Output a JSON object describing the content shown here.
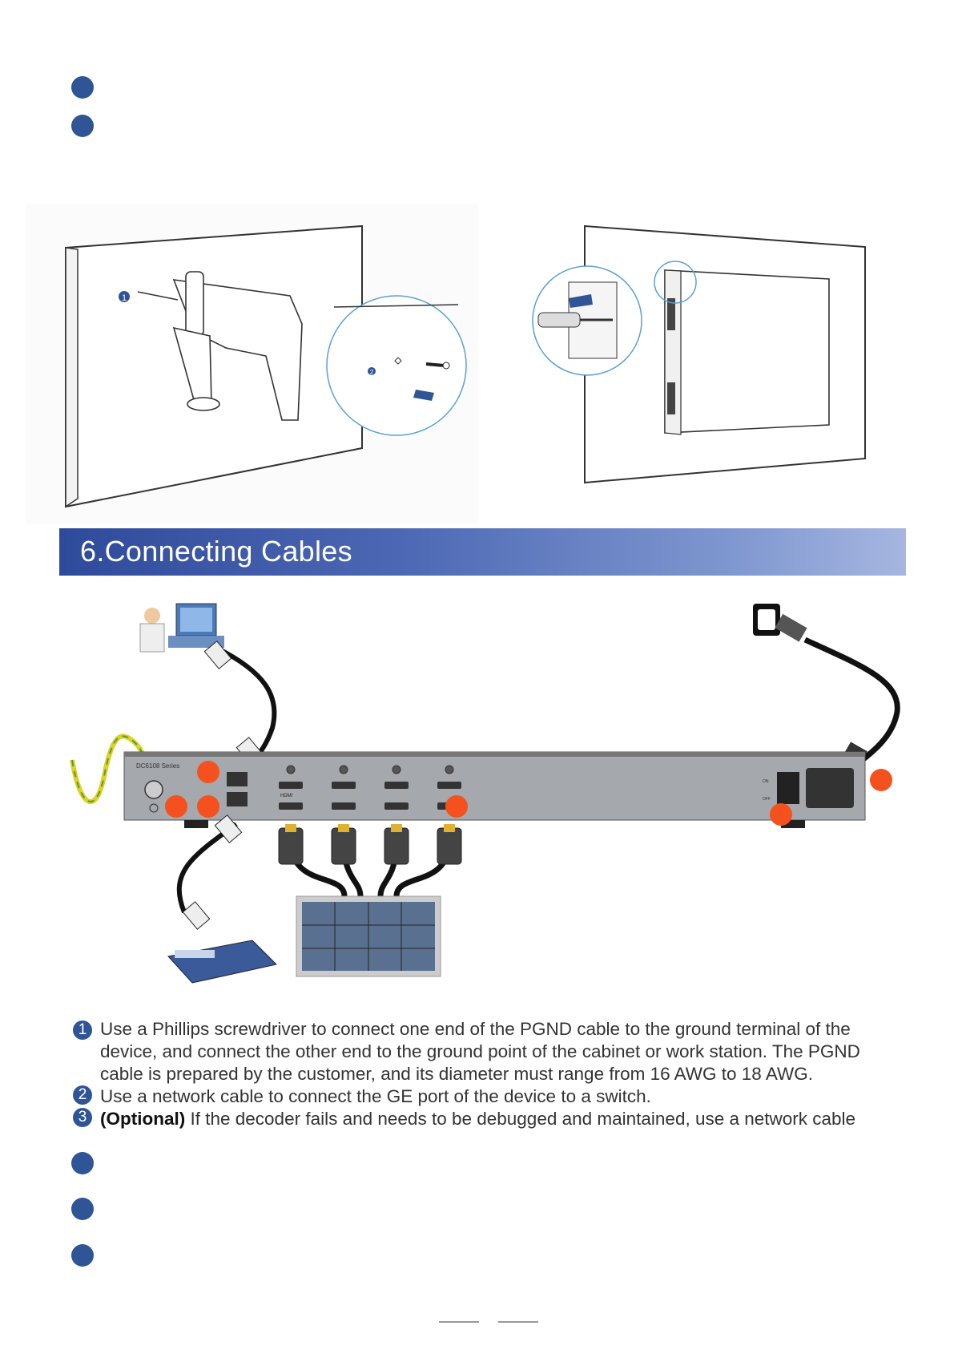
{
  "section": {
    "title": "6.Connecting Cables"
  },
  "figure": {
    "step_marker_1": "1",
    "step_marker_2": "2"
  },
  "device": {
    "model_label": "DC6108 Series",
    "port_label": "HDMI",
    "power_on": "ON",
    "power_off": "OFF"
  },
  "instructions": {
    "step1_num": "1",
    "step1_line1": "Use a Phillips screwdriver to connect one end of the PGND cable to the ground terminal of the",
    "step1_line2": "device, and connect the other end to the ground point of the cabinet or work station. The PGND",
    "step1_line3": "cable is prepared by the customer, and its diameter must range from 16 AWG to 18 AWG.",
    "step2_num": "2",
    "step2_line1": "Use a network cable to connect the GE port of the device to a switch.",
    "step3_num": "3",
    "step3_bold": "(Optional)",
    "step3_line1": " If the decoder fails and needs to be debugged and maintained, use a network cable"
  },
  "colors": {
    "accent": "#2f5597",
    "callout": "#f4511e"
  }
}
